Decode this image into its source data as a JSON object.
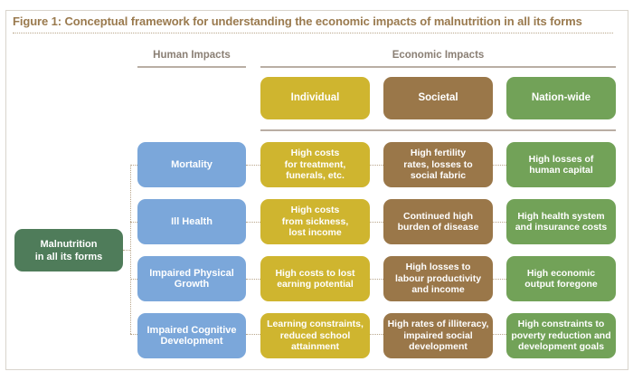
{
  "title": "Figure 1: Conceptual framework for understanding the economic impacts of malnutrition in all its forms",
  "headers": {
    "human": "Human Impacts",
    "economic": "Economic Impacts"
  },
  "columns": [
    "Individual",
    "Societal",
    "Nation-wide"
  ],
  "root": "Malnutrition\nin all its forms",
  "rows": [
    {
      "human": "Mortality",
      "individual": "High costs\nfor treatment,\nfunerals, etc.",
      "societal": "High fertility\nrates, losses to\nsocial fabric",
      "nation": "High losses of\nhuman capital"
    },
    {
      "human": "Ill Health",
      "individual": "High costs\nfrom sickness,\nlost income",
      "societal": "Continued high\nburden of disease",
      "nation": "High health system\nand insurance costs"
    },
    {
      "human": "Impaired Physical\nGrowth",
      "individual": "High costs to lost\nearning potential",
      "societal": "High losses to\nlabour productivity\nand income",
      "nation": "High economic\noutput foregone"
    },
    {
      "human": "Impaired Cognitive\nDevelopment",
      "individual": "Learning constraints,\nreduced school\nattainment",
      "societal": "High rates of illiteracy,\nimpaired social\ndevelopment",
      "nation": "High constraints to\npoverty reduction and\ndevelopment goals"
    }
  ],
  "colors": {
    "human": "#7ba7da",
    "individual": "#cfb52f",
    "societal": "#9a7749",
    "nation": "#72a258",
    "root": "#4f7c5a",
    "title": "#9a7a4e"
  }
}
